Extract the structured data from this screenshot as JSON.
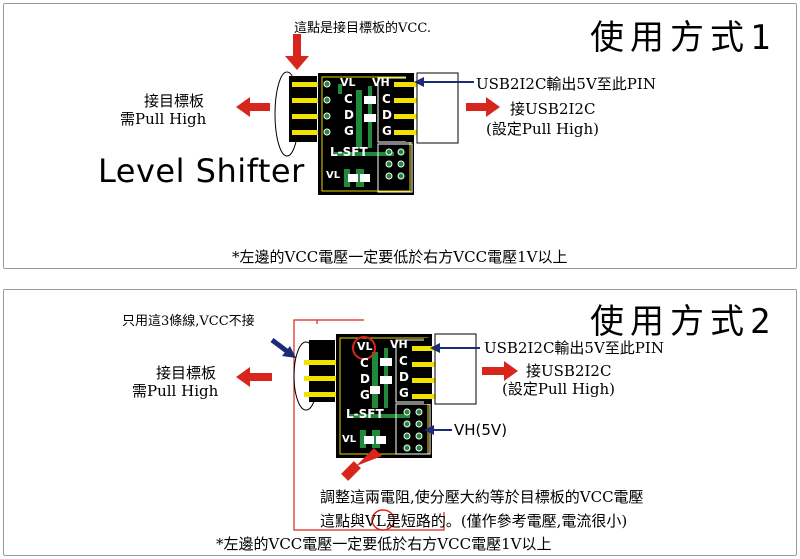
{
  "panel1": {
    "title": "使用方式1",
    "top_note": "這點是接目標板的VCC.",
    "left_label_1": "接目標板",
    "left_label_2": "需Pull High",
    "right_label_top": "USB2I2C輸出5V至此PIN",
    "right_label_1": "接USB2I2C",
    "right_label_2": "(設定Pull High)",
    "big_label": "Level Shifter",
    "footer": "*左邊的VCC電壓一定要低於右方VCC電壓1V以上",
    "board": {
      "vl": "VL",
      "vh": "VH",
      "c": "C",
      "d": "D",
      "g": "G",
      "lsft": "L-SFT",
      "vl_bottom": "VL"
    }
  },
  "panel2": {
    "title": "使用方式2",
    "top_note": "只用這3條線,VCC不接",
    "left_label_1": "接目標板",
    "left_label_2": "需Pull High",
    "right_label_top": "USB2I2C輸出5V至此PIN",
    "right_label_1": "接USB2I2C",
    "right_label_2": "(設定Pull High)",
    "vh_label": "VH(5V)",
    "note_line1": "調整這兩電阻,使分壓大約等於目標板的VCC電壓",
    "note_line2_a": "這點與",
    "note_line2_vl": "VL",
    "note_line2_b": "是短路的。(僅作參考電壓,電流很小)",
    "footer": "*左邊的VCC電壓一定要低於右方VCC電壓1V以上",
    "board": {
      "vl": "VL",
      "vh": "VH",
      "c": "C",
      "d": "D",
      "g": "G",
      "lsft": "L-SFT",
      "vl_bottom": "VL"
    }
  },
  "colors": {
    "arrow_red": "#d9261c",
    "arrow_navy": "#1c2a7a",
    "circle_red": "#d9261c",
    "pcb": "#000000",
    "pcb_green": "#1e8a3a",
    "pin_yellow": "#f2e200",
    "wire_red": "#d9261c",
    "panel_border": "#9a9a9a"
  }
}
